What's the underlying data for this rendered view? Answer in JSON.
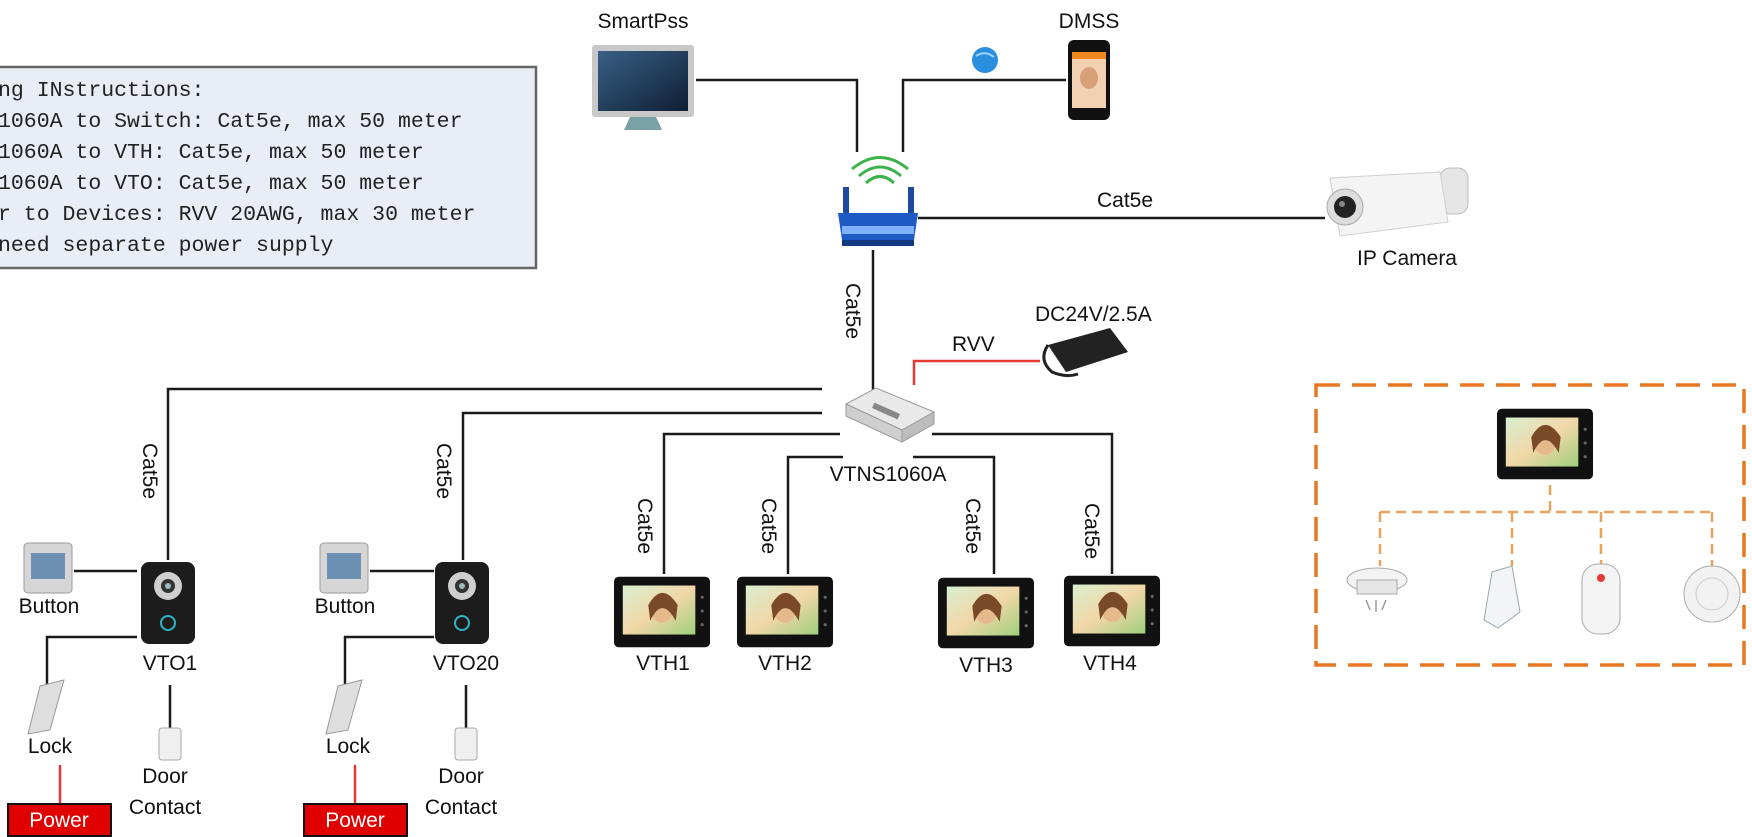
{
  "instructions": {
    "lines": [
      "ng INstructions:",
      "1060A to Switch:  Cat5e, max 50 meter",
      "1060A to VTH: Cat5e, max 50 meter",
      "1060A to VTO: Cat5e, max 50 meter",
      "r to Devices: RVV 20AWG, max 30 meter",
      " need separate power supply"
    ]
  },
  "devices": {
    "smartpss": "SmartPss",
    "dmss": "DMSS",
    "ip_camera": "IP Camera",
    "switch": "VTNS1060A",
    "power_adapter": "DC24V/2.5A",
    "vto1": "VTO1",
    "vto20": "VTO20",
    "vth1": "VTH1",
    "vth2": "VTH2",
    "vth3": "VTH3",
    "vth4": "VTH4",
    "button": "Button",
    "lock": "Lock",
    "door": "Door",
    "contact": "Contact",
    "power": "Power"
  },
  "cables": {
    "cat5e": "Cat5e",
    "rvv": "RVV"
  },
  "colors": {
    "line": "#1a1a1a",
    "rvv": "#e53935",
    "alarm_box": "#e87722",
    "instruction_bg": "#e9eef6",
    "power_box": "#e00000"
  }
}
